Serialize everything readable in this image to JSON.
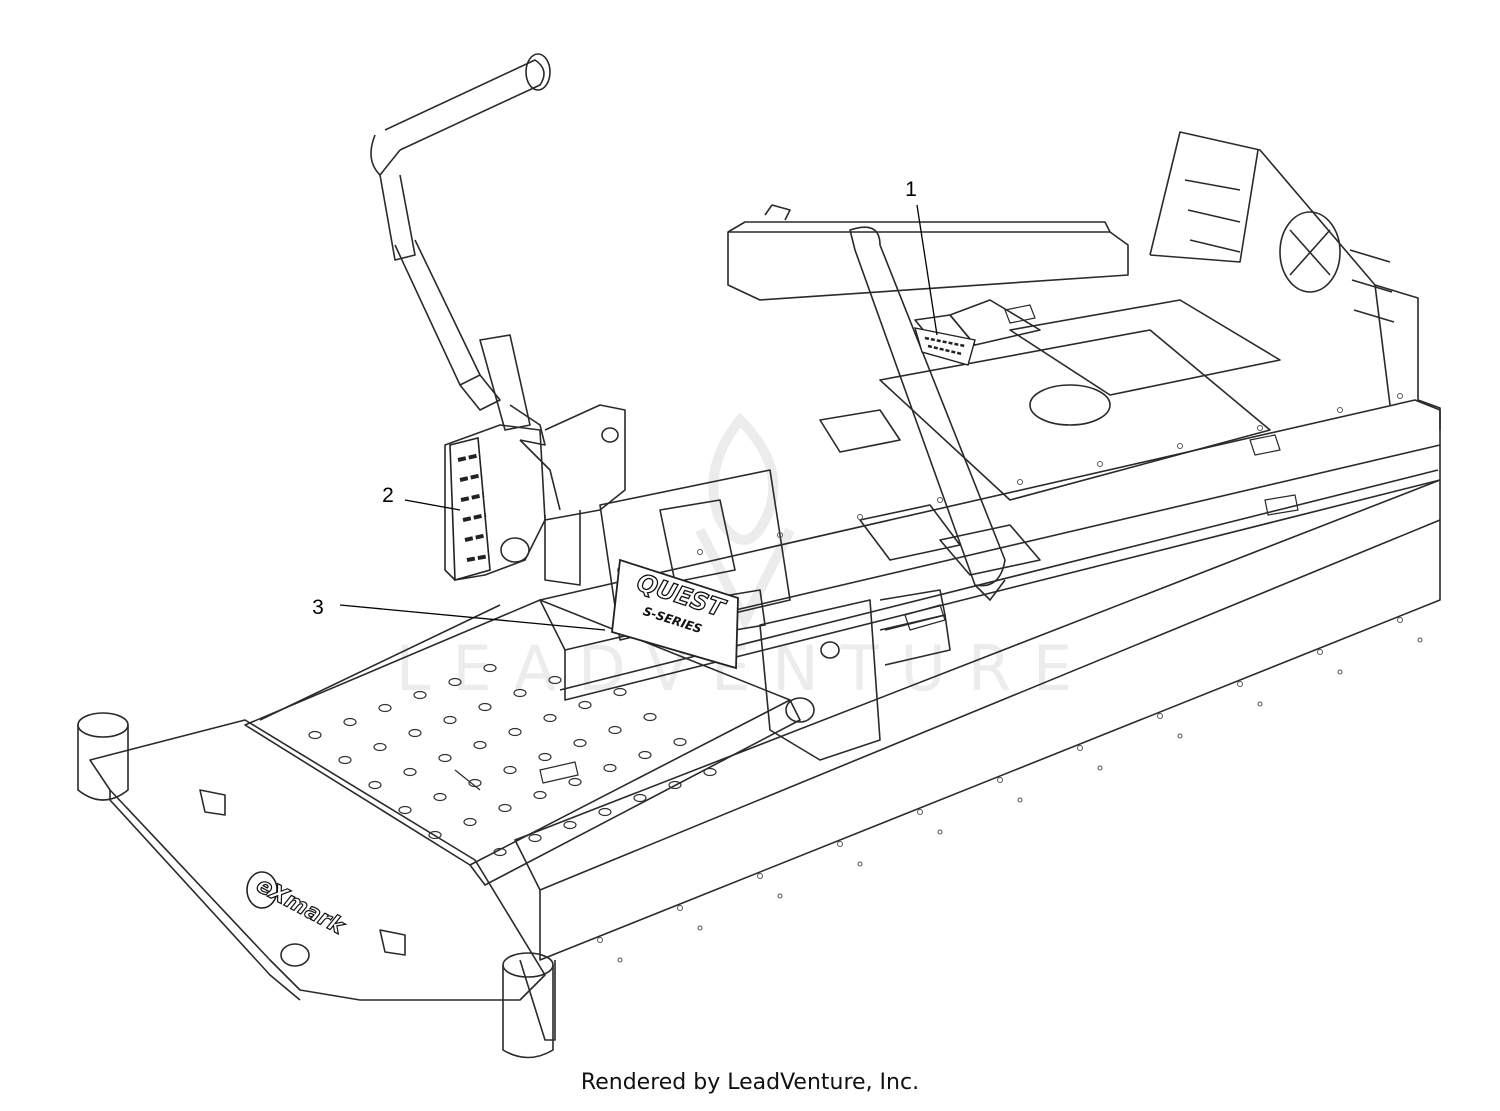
{
  "callouts": [
    {
      "label": "1"
    },
    {
      "label": "2"
    },
    {
      "label": "3"
    }
  ],
  "decals": {
    "quest_top": "QUEST",
    "quest_bottom": "S-SERIES",
    "brand": "eXmark"
  },
  "watermark": "LEADVENTURE",
  "footer": "Rendered by LeadVenture, Inc."
}
